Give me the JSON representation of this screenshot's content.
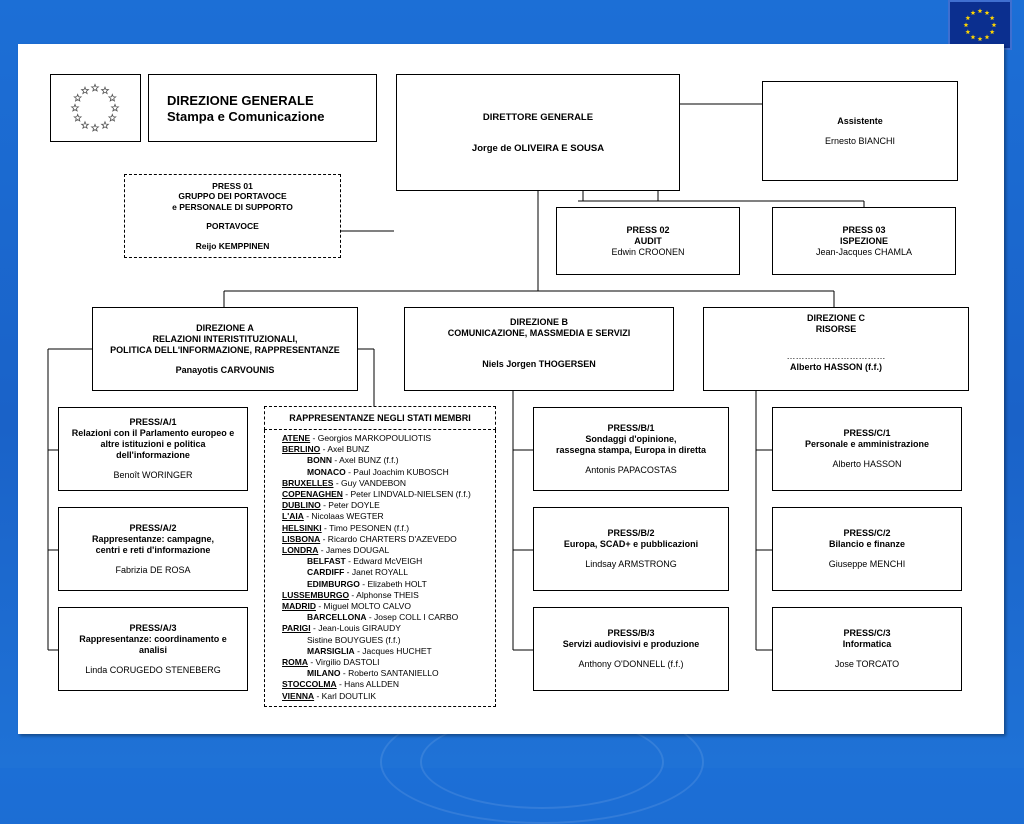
{
  "header": {
    "line1": "DIREZIONE GENERALE",
    "line2": "Stampa e Comunicazione"
  },
  "dg": {
    "title": "DIRETTORE GENERALE",
    "name": "Jorge de OLIVEIRA E SOUSA"
  },
  "assistente": {
    "title": "Assistente",
    "name": "Ernesto BIANCHI"
  },
  "press01": {
    "code": "PRESS 01",
    "line1": "GRUPPO DEI PORTAVOCE",
    "line2": "e PERSONALE DI SUPPORTO",
    "role": "PORTAVOCE",
    "name": "Reijo KEMPPINEN"
  },
  "press02": {
    "code": "PRESS 02",
    "title": "AUDIT",
    "name": "Edwin CROONEN"
  },
  "press03": {
    "code": "PRESS 03",
    "title": "ISPEZIONE",
    "name": "Jean-Jacques CHAMLA"
  },
  "dirA": {
    "code": "DIREZIONE A",
    "line1": "RELAZIONI INTERISTITUZIONALI,",
    "line2": "POLITICA DELL'INFORMAZIONE, RAPPRESENTANZE",
    "name": "Panayotis CARVOUNIS"
  },
  "dirB": {
    "code": "DIREZIONE B",
    "line1": "COMUNICAZIONE, MASSMEDIA E SERVIZI",
    "name": "Niels Jorgen THOGERSEN"
  },
  "dirC": {
    "code": "DIREZIONE C",
    "line1": "RISORSE",
    "dots": "……………………………",
    "name": "Alberto HASSON (f.f.)"
  },
  "a1": {
    "code": "PRESS/A/1",
    "l1": "Relazioni con il Parlamento europeo e",
    "l2": "altre istituzioni e politica",
    "l3": "dell'informazione",
    "name": "Benoît WORINGER"
  },
  "a2": {
    "code": "PRESS/A/2",
    "l1": "Rappresentanze: campagne,",
    "l2": "centri e reti d'informazione",
    "name": "Fabrizia DE ROSA"
  },
  "a3": {
    "code": "PRESS/A/3",
    "l1": "Rappresentanze: coordinamento e",
    "l2": "analisi",
    "name": "Linda CORUGEDO STENEBERG"
  },
  "b1": {
    "code": "PRESS/B/1",
    "l1": "Sondaggi d'opinione,",
    "l2": "rassegna stampa,  Europa in diretta",
    "name": "Antonis PAPACOSTAS"
  },
  "b2": {
    "code": "PRESS/B/2",
    "l1": "Europa, SCAD+ e pubblicazioni",
    "name": "Lindsay ARMSTRONG"
  },
  "b3": {
    "code": "PRESS/B/3",
    "l1": "Servizi audiovisivi e produzione",
    "name": "Anthony O'DONNELL (f.f.)"
  },
  "c1": {
    "code": "PRESS/C/1",
    "l1": "Personale e amministrazione",
    "name": "Alberto HASSON"
  },
  "c2": {
    "code": "PRESS/C/2",
    "l1": "Bilancio e finanze",
    "name": "Giuseppe MENCHI"
  },
  "c3": {
    "code": "PRESS/C/3",
    "l1": "Informatica",
    "name": "Jose TORCATO"
  },
  "rappresentanze": {
    "title": "RAPPRESENTANZE NEGLI STATI MEMBRI",
    "items": [
      {
        "city": "ATENE",
        "name": " - Georgios  MARKOPOULIOTIS",
        "indent": false
      },
      {
        "city": "BERLINO",
        "name": " - Axel BUNZ",
        "indent": false
      },
      {
        "city": "BONN",
        "name": " - Axel BUNZ (f.f.)",
        "indent": true
      },
      {
        "city": "MONACO",
        "name": " - Paul Joachim KUBOSCH",
        "indent": true
      },
      {
        "city": "BRUXELLES",
        "name": " - Guy VANDEBON",
        "indent": false
      },
      {
        "city": "COPENAGHEN",
        "name": " - Peter LINDVALD-NIELSEN (f.f.)",
        "indent": false
      },
      {
        "city": "DUBLINO",
        "name": " - Peter DOYLE",
        "indent": false
      },
      {
        "city": "L'AIA",
        "name": " - Nicolaas WEGTER",
        "indent": false
      },
      {
        "city": "HELSINKI",
        "name": " - Timo PESONEN (f.f.)",
        "indent": false
      },
      {
        "city": "LISBONA",
        "name": " - Ricardo CHARTERS D'AZEVEDO",
        "indent": false
      },
      {
        "city": "LONDRA",
        "name": " - James DOUGAL",
        "indent": false
      },
      {
        "city": "BELFAST",
        "name": " - Edward McVEIGH",
        "indent": true
      },
      {
        "city": "CARDIFF",
        "name": " - Janet ROYALL",
        "indent": true
      },
      {
        "city": "EDIMBURGO",
        "name": " - Elizabeth HOLT",
        "indent": true
      },
      {
        "city": "LUSSEMBURGO",
        "name": " - Alphonse THEIS",
        "indent": false
      },
      {
        "city": "MADRID",
        "name": " - Miguel MOLTO CALVO",
        "indent": false
      },
      {
        "city": "BARCELLONA",
        "name": " - Josep COLL I CARBO",
        "indent": true
      },
      {
        "city": "PARIGI",
        "name": " - Jean-Louis GIRAUDY",
        "indent": false
      },
      {
        "city": "",
        "name": "Sistine BOUYGUES (f.f.)",
        "indent": true
      },
      {
        "city": "MARSIGLIA",
        "name": " - Jacques HUCHET",
        "indent": true
      },
      {
        "city": "ROMA",
        "name": " -  Virgilio DASTOLI",
        "indent": false
      },
      {
        "city": "MILANO",
        "name": " - Roberto SANTANIELLO",
        "indent": true
      },
      {
        "city": "STOCCOLMA",
        "name": " - Hans ALLDEN",
        "indent": false
      },
      {
        "city": "VIENNA",
        "name": " - Karl DOUTLIK",
        "indent": false
      }
    ]
  }
}
